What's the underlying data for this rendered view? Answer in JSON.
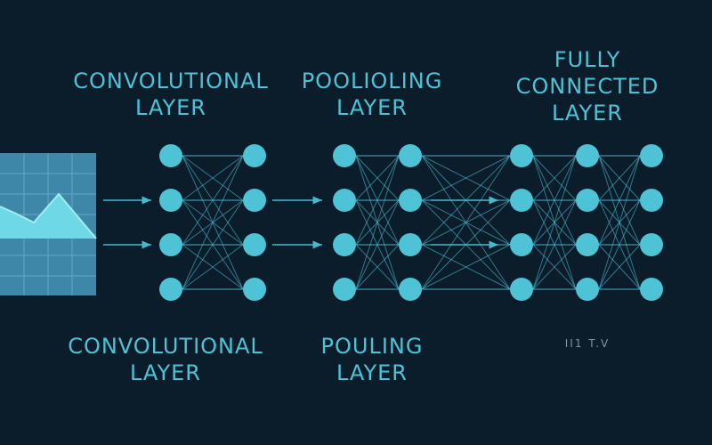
{
  "labels": {
    "top_conv": "CONVOLUTIONAL\nLAYER",
    "top_pool": "POOLIOLING\nLAYER",
    "top_fc": "FULLY\nCONNECTED\nLAYER",
    "bottom_conv": "CONVOLUTIONAL\nLAYER",
    "bottom_pool": "POULING\nLAYER",
    "bottom_fc": "II1 T.V"
  },
  "colors": {
    "background": "#0b1c2b",
    "node": "#4ec3d6",
    "edge": "#4ab8cc",
    "input_panel": "#3f87a9",
    "input_wave": "#6fd8e6"
  },
  "icons": {
    "input": "line-chart-image-icon"
  }
}
